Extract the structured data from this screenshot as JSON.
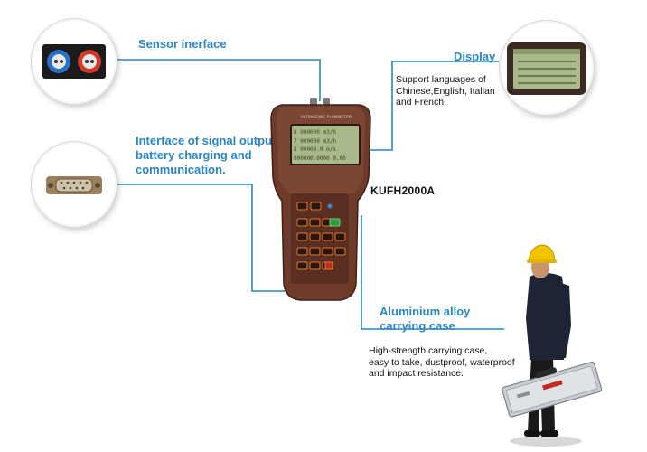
{
  "callouts": {
    "sensor": {
      "title": "Sensor inerface"
    },
    "display": {
      "title": "Display",
      "text_lines": [
        "Support languages of",
        "Chinese,English, Italian",
        "and French."
      ]
    },
    "signal": {
      "title_lines": [
        "Interface of signal output,",
        "battery charging and",
        "communication."
      ]
    },
    "case": {
      "title_lines": [
        "Aluminium alloy",
        "carrying case"
      ],
      "text_lines": [
        "High-strength carrying case,",
        "easy to take, dustproof, waterproof",
        "and impact resistance."
      ]
    }
  },
  "device": {
    "model": "KUFH2000A",
    "header_label": "ULTRASONIC FLOWMETER",
    "screen_lines": [
      "8   000000 m3/h",
      "7   000000 m3/h",
      "8   00000.0 m/s",
      "000000.0000 0.00"
    ]
  },
  "colors": {
    "callout_blue": "#2a86c4",
    "device_body": "#6e3a2a",
    "accent_orange": "#e07a2a",
    "screen_green": "#a9b98a",
    "helmet": "#f2c400"
  }
}
